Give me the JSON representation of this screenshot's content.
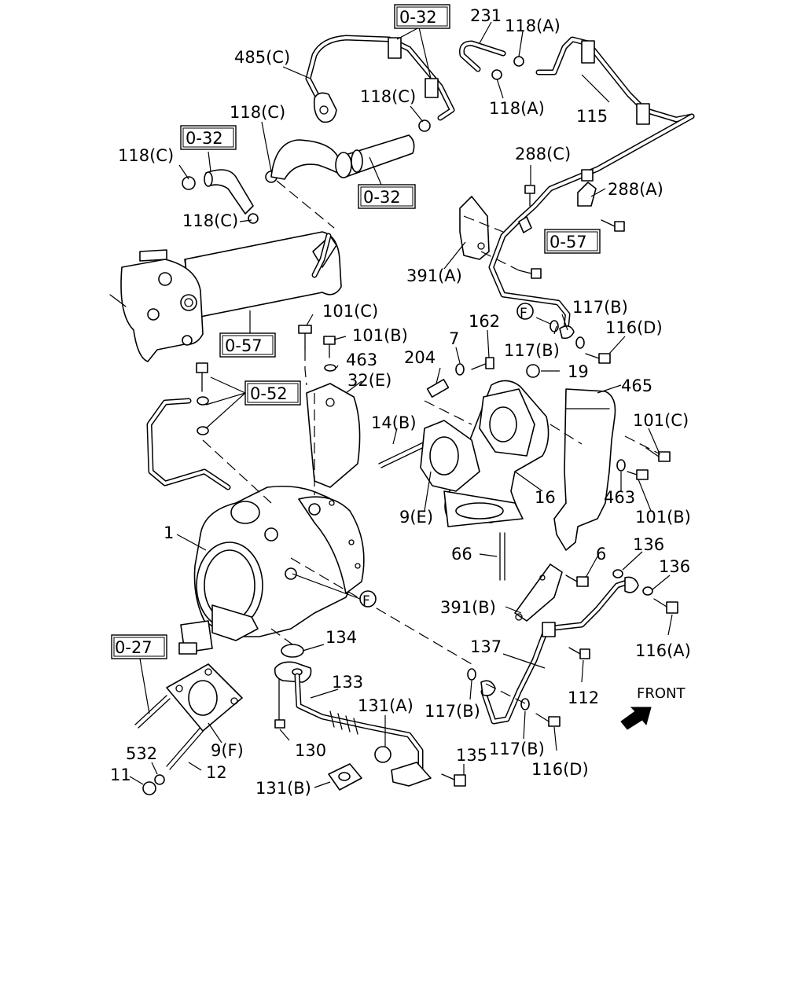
{
  "labels": {
    "l485c": "485(C)",
    "l032_top": "0-32",
    "l231": "231",
    "l118a_top": "118(A)",
    "l118a_mid": "118(A)",
    "l115": "115",
    "l118c_1": "118(C)",
    "l118c_2": "118(C)",
    "l118c_3": "118(C)",
    "l118c_4": "118(C)",
    "l032_left": "0-32",
    "l032_mid": "0-32",
    "l288c": "288(C)",
    "l288a": "288(A)",
    "l057_right": "0-57",
    "l391a": "391(A)",
    "l117b_1": "117(B)",
    "l117b_2": "117(B)",
    "l116d_1": "116(D)",
    "lF_1": "F",
    "l101c_1": "101(C)",
    "l101b_1": "101(B)",
    "l463_1": "463",
    "l32e": "32(E)",
    "l057_left": "0-57",
    "l052": "0-52",
    "l204": "204",
    "l7": "7",
    "l162": "162",
    "l19": "19",
    "l465": "465",
    "l14b": "14(B)",
    "l101c_2": "101(C)",
    "l9e": "9(E)",
    "l16": "16",
    "l463_2": "463",
    "l101b_2": "101(B)",
    "l1": "1",
    "l66": "66",
    "l6": "6",
    "l136_1": "136",
    "l136_2": "136",
    "lF_2": "F",
    "l391b": "391(B)",
    "l116a": "116(A)",
    "l027": "0-27",
    "l134": "134",
    "l137": "137",
    "l133": "133",
    "l112": "112",
    "l117b_3": "117(B)",
    "l131a": "131(A)",
    "l9f": "9(F)",
    "l130": "130",
    "l117b_4": "117(B)",
    "l116d_2": "116(D)",
    "l532": "532",
    "l11": "11",
    "l12": "12",
    "l135": "135",
    "l131b": "131(B)",
    "front": "FRONT"
  }
}
